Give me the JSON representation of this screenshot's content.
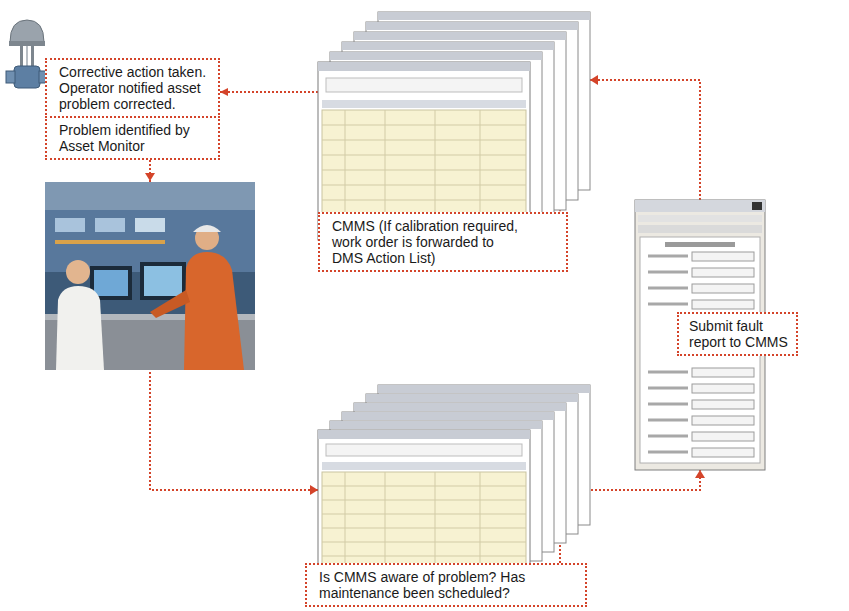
{
  "diagram": {
    "nodes": [
      {
        "text": [
          "Corrective action taken. Operator notified asset problem corrected."
        ]
      },
      {
        "text": [
          "Problem identified by Asset Monitor"
        ]
      },
      {
        "text": [
          "CMMS (If calibration required, work order is forwarded to DMS Action List)"
        ]
      },
      {
        "text": [
          "Submit fault report to CMMS"
        ]
      },
      {
        "text": [
          "Is CMMS aware of problem? Has maintenance been scheduled?"
        ]
      }
    ],
    "edges": [
      {
        "from": 1,
        "to": 4,
        "arrow": "to"
      },
      {
        "from": 4,
        "to": 3,
        "arrow": "to"
      },
      {
        "from": 3,
        "to": 2,
        "arrow": "to"
      },
      {
        "from": 2,
        "to": 0,
        "arrow": "to"
      }
    ]
  }
}
